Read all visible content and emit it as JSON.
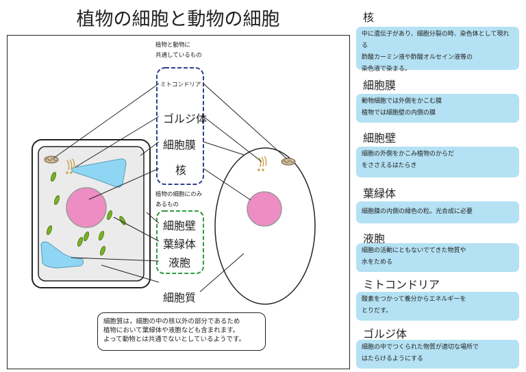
{
  "title": "植物の細胞と動物の細胞",
  "diagram": {
    "common_caption": [
      "植物と動物に",
      "共通しているもの"
    ],
    "common_items": [
      "ミトコンドリア",
      "ゴルジ体",
      "細胞膜",
      "核"
    ],
    "plant_caption": [
      "植物の細胞にのみ",
      "あるもの"
    ],
    "plant_items": [
      "細胞壁",
      "葉緑体",
      "液胞"
    ],
    "cytoplasm_label": "細胞質",
    "note": [
      "細胞質は，細胞の中の核以外の部分であるため",
      "植物において葉緑体や液胞なども含まれます。",
      "よって動物とは共通でないとしているようです。"
    ],
    "colors": {
      "nucleus": "#ee8dc3",
      "chloroplast": "#7cb320",
      "vacuole": "#8ed6f3",
      "common_border": "#2a3f8f",
      "plant_border": "#2e9a3c"
    }
  },
  "sidebar": [
    {
      "heading": "核",
      "lines": [
        "中に遺伝子があり、細胞分裂の時、染色体として現れる",
        "酢酸カーミン液や酢酸オルセイン液等の",
        "染色液で染まる。"
      ]
    },
    {
      "heading": "細胞膜",
      "lines": [
        "動物細胞では外側をかこむ膜",
        "植物では細胞壁の内側の膜"
      ]
    },
    {
      "heading": "細胞壁",
      "lines": [
        "細胞の外側をかこみ植物のからだ",
        "をささえるはたらき"
      ]
    },
    {
      "heading": "葉緑体",
      "lines": [
        "細胞膜の内側の緑色の粒。光合成に必要"
      ]
    },
    {
      "heading": "液胞",
      "lines": [
        "細胞の活動にともないでてきた物質や",
        "水をためる"
      ]
    },
    {
      "heading": "ミトコンドリア",
      "lines": [
        "酸素をつかって養分からエネルギーを",
        "とりだす。"
      ]
    },
    {
      "heading": "ゴルジ体",
      "lines": [
        "細胞の中でつくられた物質が適切な場所で",
        "はたらけるようにする"
      ]
    }
  ]
}
